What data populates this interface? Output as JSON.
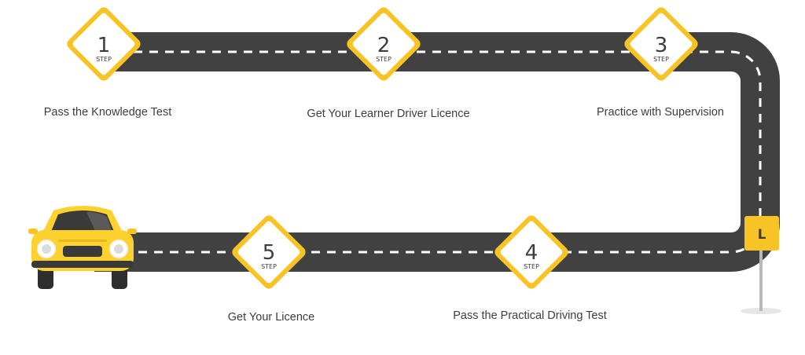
{
  "steps": [
    {
      "number": "1",
      "word": "STEP",
      "caption": "Pass the Knowledge Test"
    },
    {
      "number": "2",
      "word": "STEP",
      "caption": "Get Your Learner Driver Licence"
    },
    {
      "number": "3",
      "word": "STEP",
      "caption": "Practice with Supervision"
    },
    {
      "number": "4",
      "word": "STEP",
      "caption": "Pass the Practical Driving Test"
    },
    {
      "number": "5",
      "word": "STEP",
      "caption": "Get Your Licence"
    }
  ],
  "learner_sign": "L",
  "colors": {
    "road": "#414141",
    "dash": "#ffffff",
    "accent": "#f7c325",
    "text": "#3d3d3d",
    "car_body": "#fdd22f"
  },
  "icons": [
    "car-icon",
    "learner-sign-icon"
  ]
}
